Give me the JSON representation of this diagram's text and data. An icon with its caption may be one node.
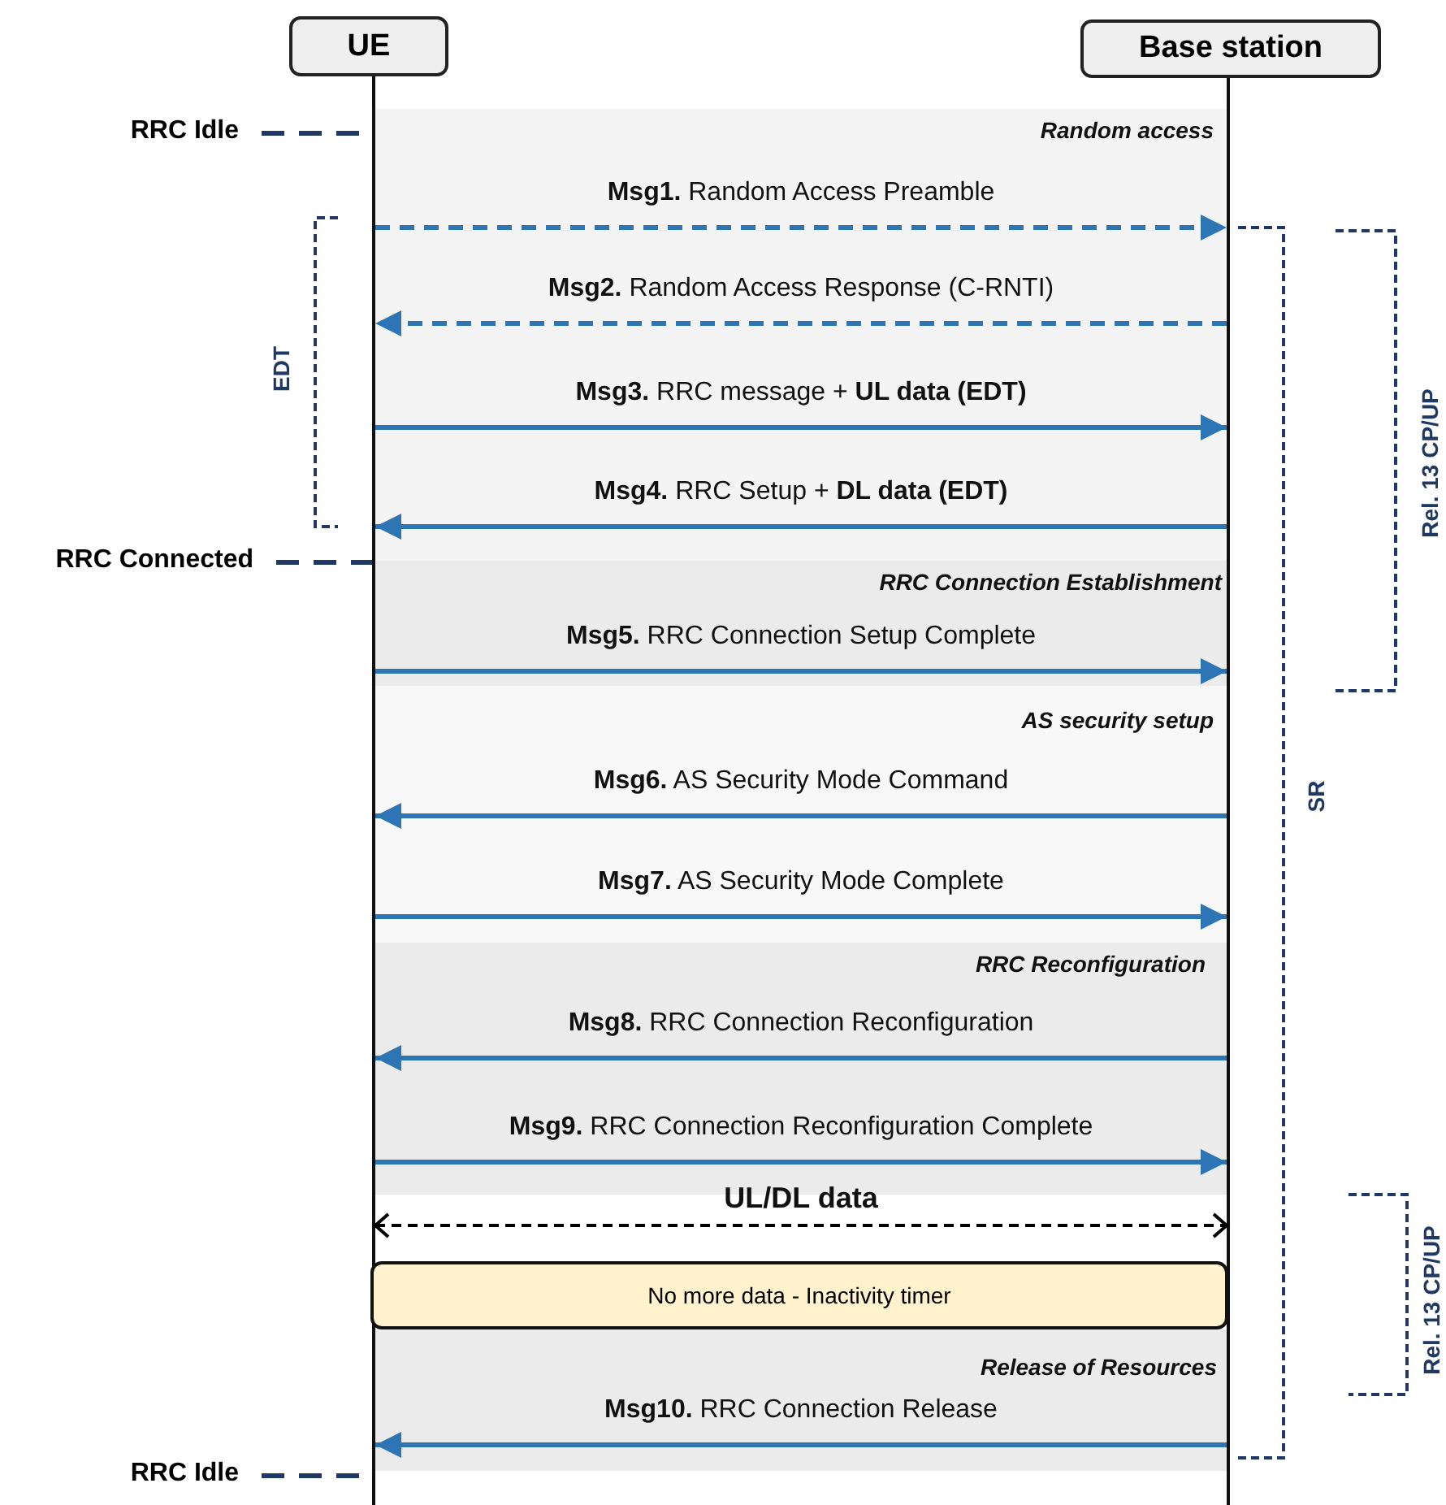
{
  "diagram": {
    "nodes": [
      {
        "text": [
          "UE"
        ]
      },
      {
        "text": [
          "Base station"
        ]
      },
      {
        "text": [],
        "shape": "bar"
      },
      {
        "text": [],
        "shape": "bar"
      },
      {
        "text": [
          "No more data - Inactivity timer"
        ]
      },
      {
        "text": [
          "RRC Idle"
        ]
      },
      {
        "text": [
          "RRC Connected"
        ]
      },
      {
        "text": [
          "RRC Idle"
        ]
      }
    ],
    "edges": [
      {
        "from": 2,
        "to": 3,
        "arrow": "to",
        "label": "**Msg1.** Random Access Preamble",
        "style": "dashed"
      },
      {
        "from": 3,
        "to": 2,
        "arrow": "to",
        "label": "**Msg2.** Random Access Response (C-RNTI)",
        "style": "dashed"
      },
      {
        "from": 2,
        "to": 3,
        "arrow": "to",
        "label": "**Msg3.** RRC message + **UL data (EDT)**"
      },
      {
        "from": 3,
        "to": 2,
        "arrow": "to",
        "label": "**Msg4.** RRC Setup + **DL data (EDT)**"
      },
      {
        "from": 2,
        "to": 3,
        "arrow": "to",
        "label": "**Msg5.** RRC Connection Setup Complete"
      },
      {
        "from": 3,
        "to": 2,
        "arrow": "to",
        "label": "**Msg6.** AS Security Mode Command"
      },
      {
        "from": 2,
        "to": 3,
        "arrow": "to",
        "label": "**Msg7.** AS Security Mode Complete"
      },
      {
        "from": 3,
        "to": 2,
        "arrow": "to",
        "label": "**Msg8.** RRC Connection Reconfiguration"
      },
      {
        "from": 2,
        "to": 3,
        "arrow": "to",
        "label": "**Msg9.** RRC Connection Reconfiguration Complete"
      },
      {
        "from": 2,
        "to": 3,
        "arrow": "both",
        "label": "UL/DL data",
        "style": "dashed",
        "color": "#000000"
      },
      {
        "from": 3,
        "to": 2,
        "arrow": "to",
        "label": "**Msg10.** RRC Connection Release"
      },
      {
        "from": 5,
        "to": 2,
        "arrow": "none",
        "style": "dashed",
        "color": "#1f3864"
      },
      {
        "from": 6,
        "to": 2,
        "arrow": "none",
        "style": "dashed",
        "color": "#1f3864"
      },
      {
        "from": 7,
        "to": 2,
        "arrow": "none",
        "style": "dashed",
        "color": "#1f3864"
      }
    ],
    "labels": [
      "Random access",
      "EDT",
      "Rel. 13 CP/UP",
      "RRC Connection Establishment",
      "AS security setup",
      "SR",
      "RRC Reconfiguration",
      "Rel. 13 CP/UP",
      "Release of Resources"
    ]
  }
}
